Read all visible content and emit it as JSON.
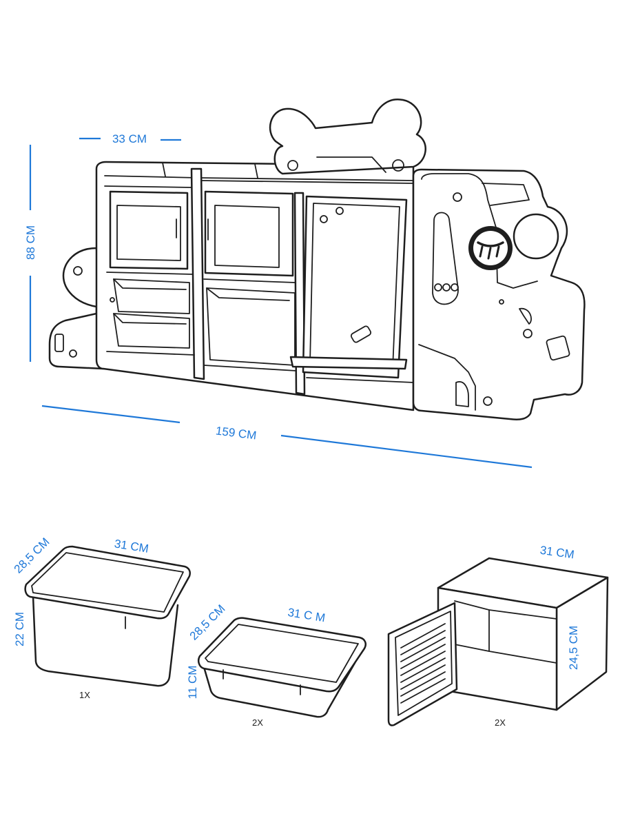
{
  "furniture": {
    "depth_label": "33 CM",
    "height_label": "88 CM",
    "width_label": "159 CM"
  },
  "large_bin": {
    "width_label": "31 CM",
    "depth_label": "28,5 CM",
    "height_label": "22 CM",
    "quantity": "1X"
  },
  "small_bin": {
    "width_label": "31 C M",
    "depth_label": "28,5 CM",
    "height_label": "11 CM",
    "quantity": "2X"
  },
  "cabinet_box": {
    "width_label": "31 CM",
    "height_label": "24,5 CM",
    "quantity": "2X"
  },
  "colors": {
    "dimension": "#1e78d8",
    "outline": "#1e1e1e"
  }
}
